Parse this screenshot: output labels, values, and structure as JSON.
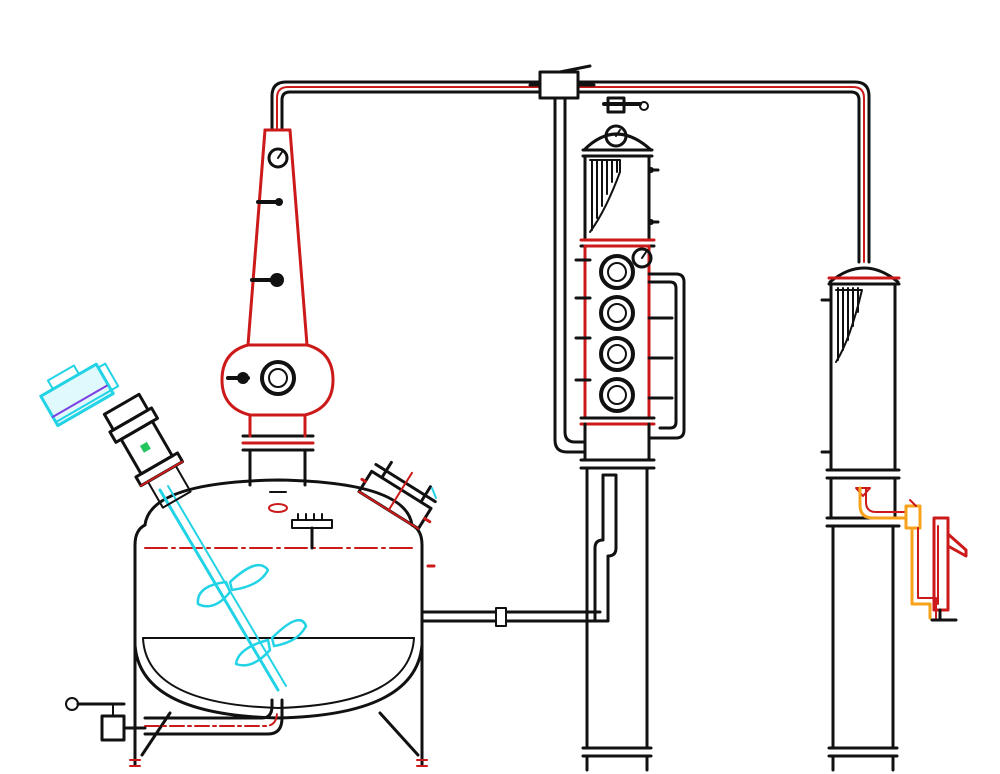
{
  "diagram": {
    "kind": "distillation still line drawing",
    "components": [
      "pot-still-boiler",
      "agitator",
      "helmet",
      "swan-neck",
      "vapor-pipe",
      "rectification-column",
      "condenser",
      "spirit-safe",
      "sight-glass"
    ],
    "colors": {
      "outline": "#111111",
      "copper": "#cc1a1a",
      "agitator": "#22d3e6",
      "motor_accent": "#7b3fe4",
      "spirit": "#f6a21a",
      "background": "#ffffff"
    },
    "column_plate_count": 4
  }
}
